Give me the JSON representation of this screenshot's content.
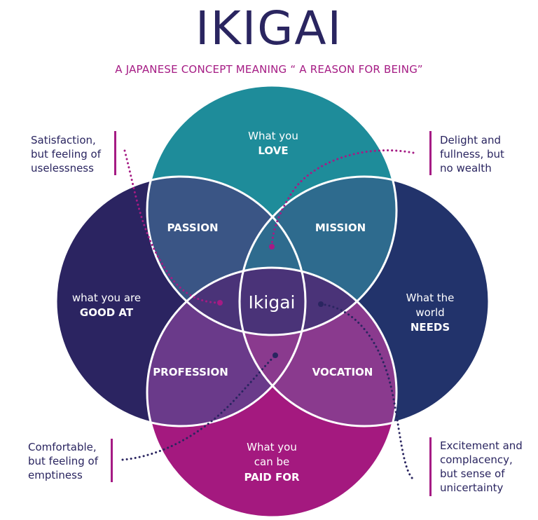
{
  "title": "IKIGAI",
  "subtitle": "A JAPANESE CONCEPT MEANING “ A REASON FOR BEING”",
  "circles": {
    "love": {
      "line1": "What you",
      "line2": "LOVE",
      "color": "#1e8c9a"
    },
    "good_at": {
      "line1": "what you are",
      "line2": "GOOD AT",
      "color": "#2b2461"
    },
    "needs": {
      "line1": "What the",
      "line2": "world",
      "line3": "NEEDS",
      "color": "#22336b"
    },
    "paid_for": {
      "line1": "What you",
      "line2": "can be",
      "line3": "PAID FOR",
      "color": "#a4197f"
    }
  },
  "regions": {
    "passion": "PASSION",
    "mission": "MISSION",
    "profession": "PROFESSION",
    "vocation": "VOCATION",
    "center": "Ikigai"
  },
  "notes": {
    "top_left": "Satisfaction,\nbut feeling of\nuselessness",
    "top_right": "Delight and\nfullness, but\nno wealth",
    "bottom_left": "Comfortable,\nbut feeling of\nemptiness",
    "bottom_right": "Excitement and\ncomplacency,\nbut sense of\nunicertainty"
  },
  "colors": {
    "title": "#2a2560",
    "accent": "#a51b84",
    "dotted_dark": "#2a2560",
    "dotted_pink": "#a51b84"
  }
}
